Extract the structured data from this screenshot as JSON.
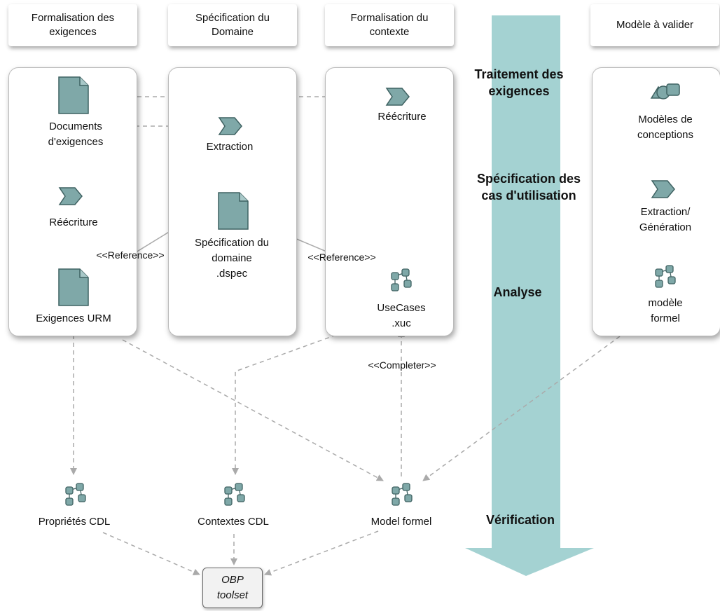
{
  "headers": {
    "col1": "Formalisation des\nexigences",
    "col2": "Spécification du\nDomaine",
    "col3": "Formalisation du\ncontexte",
    "col4": "Modèle à valider"
  },
  "phases": {
    "p1": "Traitement des\nexigences",
    "p2": "Spécification des\ncas d'utilisation",
    "p3": "Analyse",
    "p4": "Vérification"
  },
  "nodes": {
    "documents": "Documents\nd'exigences",
    "reecriture1": "Réécriture",
    "exigences_urm": "Exigences URM",
    "extraction": "Extraction",
    "spec_domaine": "Spécification du\ndomaine\n.dspec",
    "reecriture2": "Réécriture",
    "usecases": "UseCases\n.xuc",
    "modeles_conceptions": "Modèles de\nconceptions",
    "extraction_generation": "Extraction/\nGénération",
    "modele_formel": "modèle\nformel",
    "proprietes_cdl": "Propriétés CDL",
    "contextes_cdl": "Contextes CDL",
    "model_formel": "Model formel",
    "obp": "OBP\ntoolset"
  },
  "edge_labels": {
    "ref1": "<<Reference>>",
    "ref2": "<<Reference>>",
    "completer": "<<Completer>>"
  },
  "colors": {
    "icon_fill": "#7fa8a8",
    "icon_stroke": "#3f6262",
    "arrow": "#a4d2d2",
    "connector": "#aaaaaa"
  }
}
